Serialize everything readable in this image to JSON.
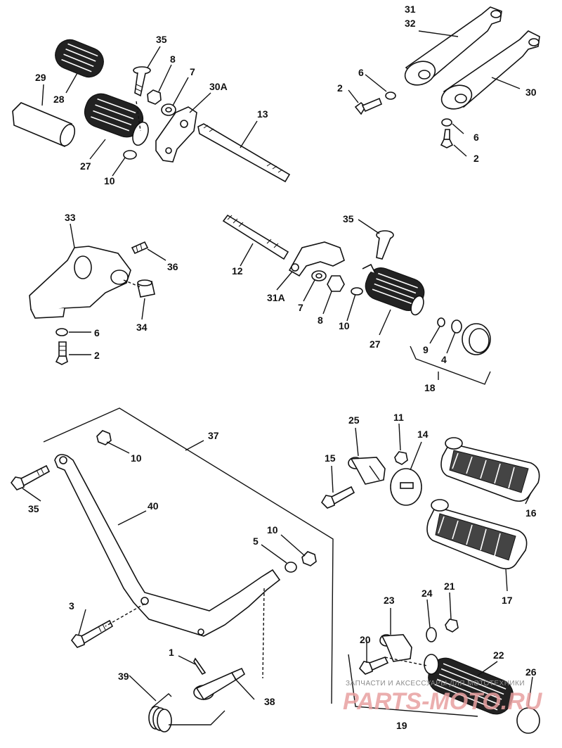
{
  "callouts": {
    "c35a": "35",
    "c8a": "8",
    "c7a": "7",
    "c30Aa": "30A",
    "c13": "13",
    "c29": "29",
    "c28": "28",
    "c27a": "27",
    "c10a": "10",
    "c31": "31",
    "c32": "32",
    "c6a": "6",
    "c2a": "2",
    "c30": "30",
    "c6b": "6",
    "c2b": "2",
    "c33": "33",
    "c36": "36",
    "c34": "34",
    "c6c": "6",
    "c2c": "2",
    "c35b": "35",
    "c12": "12",
    "c31A": "31A",
    "c7b": "7",
    "c8b": "8",
    "c10b": "10",
    "c27b": "27",
    "c9": "9",
    "c4": "4",
    "c18": "18",
    "c37": "37",
    "c10c": "10",
    "c35c": "35",
    "c40": "40",
    "c10d": "10",
    "c5": "5",
    "c3": "3",
    "c1": "1",
    "c39": "39",
    "c38": "38",
    "c25": "25",
    "c11": "11",
    "c14": "14",
    "c15": "15",
    "c16": "16",
    "c17": "17",
    "c23": "23",
    "c24": "24",
    "c21": "21",
    "c20": "20",
    "c22": "22",
    "c26": "26",
    "c19": "19"
  },
  "watermark": {
    "top_text": "ЗАПЧАСТИ И АКСЕССУАРЫ ДЛЯ МОТОТЕХНИКИ",
    "logo_text": "PARTS-MOTO.RU"
  },
  "colors": {
    "line": "#111111",
    "watermark_logo": "#e8a0a0",
    "watermark_text": "#8a8a8a"
  }
}
